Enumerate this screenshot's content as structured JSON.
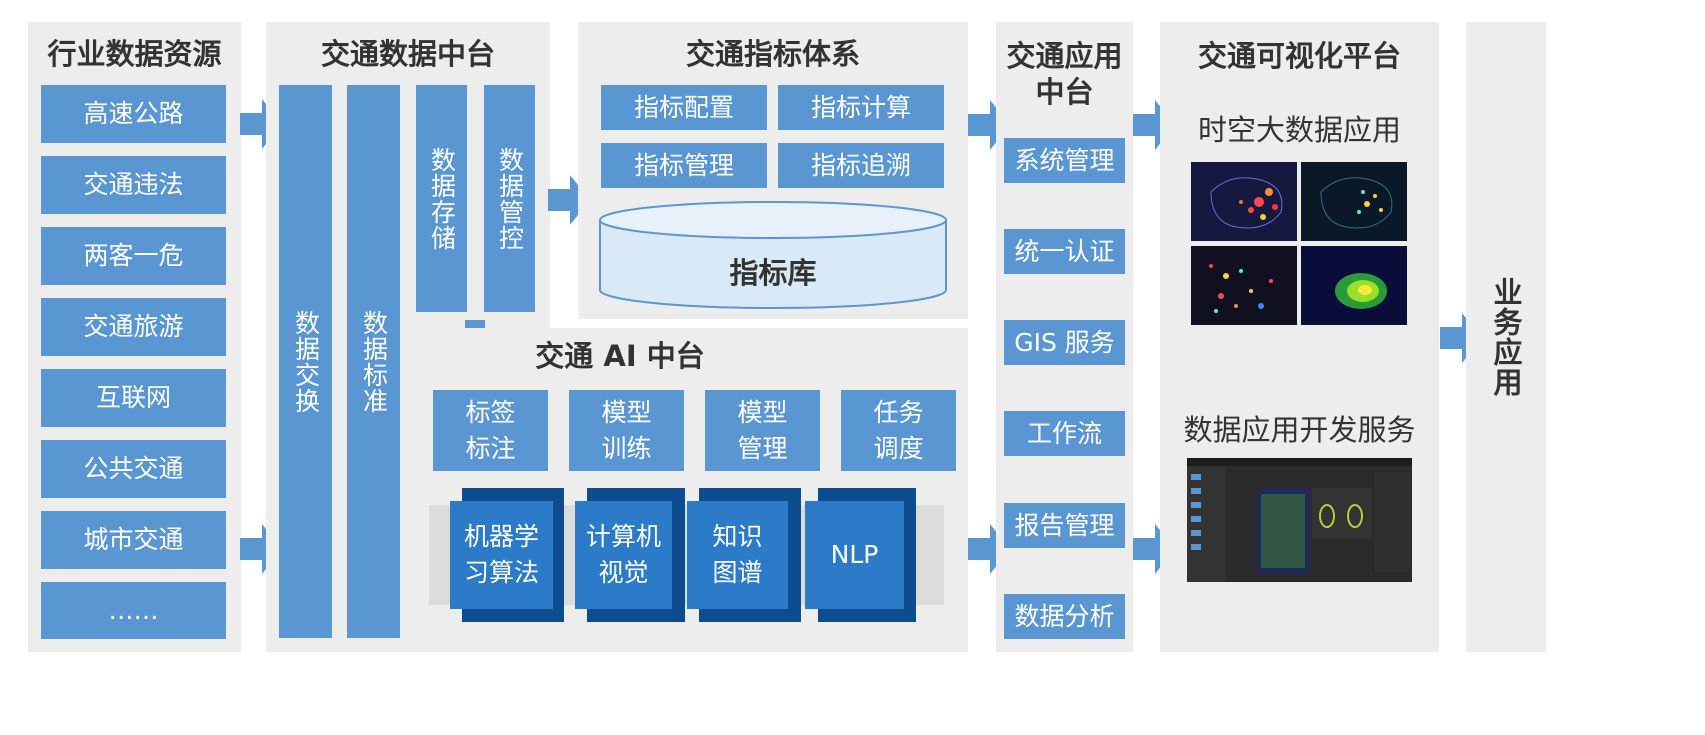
{
  "sources": {
    "title": "行业数据资源",
    "items": [
      "高速公路",
      "交通违法",
      "两客一危",
      "交通旅游",
      "互联网",
      "公共交通",
      "城市交通",
      "……"
    ]
  },
  "data_platform": {
    "title": "交通数据中台",
    "columns": [
      "数据交换",
      "数据标准",
      "数据存储",
      "数据管控"
    ]
  },
  "indicator_system": {
    "title": "交通指标体系",
    "items": [
      "指标配置",
      "指标计算",
      "指标管理",
      "指标追溯"
    ],
    "database": "指标库"
  },
  "ai_platform": {
    "title": "交通 AI 中台",
    "tasks": [
      "标签\n标注",
      "模型\n训练",
      "模型\n管理",
      "任务\n调度"
    ],
    "modules": [
      "机器学\n习算法",
      "计算机\n视觉",
      "知识\n图谱",
      "NLP"
    ]
  },
  "app_platform": {
    "title": "交通应用\n中台",
    "items": [
      "系统管理",
      "统一认证",
      "GIS 服务",
      "工作流",
      "报告管理",
      "数据分析"
    ]
  },
  "viz_platform": {
    "title": "交通可视化平台",
    "spatial_label": "时空大数据应用",
    "dev_label": "数据应用开发服务"
  },
  "business": {
    "title": "业务应用"
  },
  "colors": {
    "panel": "#ededed",
    "box": "#5a97d2",
    "dark_box": "#0d4c8f",
    "ai_box": "#2c7bc8",
    "arrow": "#5a97d2",
    "db_fill": "#d9e9f6"
  }
}
